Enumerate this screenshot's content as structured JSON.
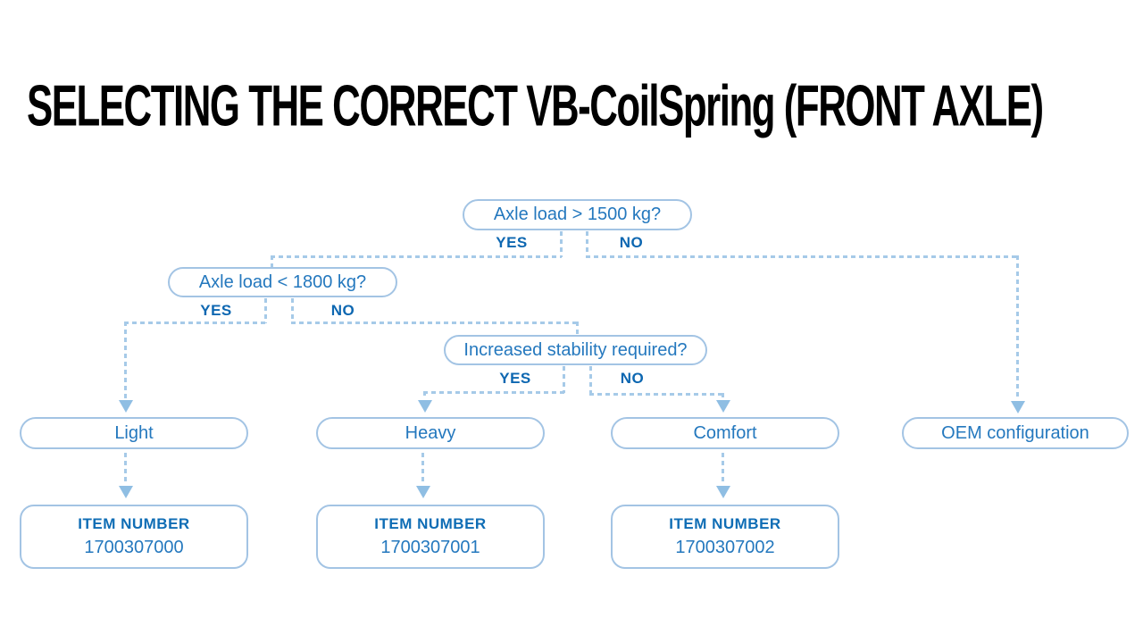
{
  "title": "SELECTING THE CORRECT VB-CoilSpring (FRONT AXLE)",
  "colors": {
    "title_text": "#000000",
    "node_border": "#a3c4e4",
    "node_text": "#2478be",
    "branch_label_text": "#0d67b1",
    "connector": "#a6cae8",
    "arrowhead": "#8fbee3",
    "item_header_text": "#0f6db5",
    "background": "#ffffff"
  },
  "flowchart": {
    "decisions": [
      {
        "question": "Axle load > 1500 kg?",
        "yes_label": "YES",
        "no_label": "NO"
      },
      {
        "question": "Axle load < 1800 kg?",
        "yes_label": "YES",
        "no_label": "NO"
      },
      {
        "question": "Increased stability required?",
        "yes_label": "YES",
        "no_label": "NO"
      }
    ],
    "outcomes": [
      {
        "label": "Light",
        "item_number_label": "ITEM NUMBER",
        "item_number": "1700307000"
      },
      {
        "label": "Heavy",
        "item_number_label": "ITEM NUMBER",
        "item_number": "1700307001"
      },
      {
        "label": "Comfort",
        "item_number_label": "ITEM NUMBER",
        "item_number": "1700307002"
      },
      {
        "label": "OEM configuration"
      }
    ]
  }
}
